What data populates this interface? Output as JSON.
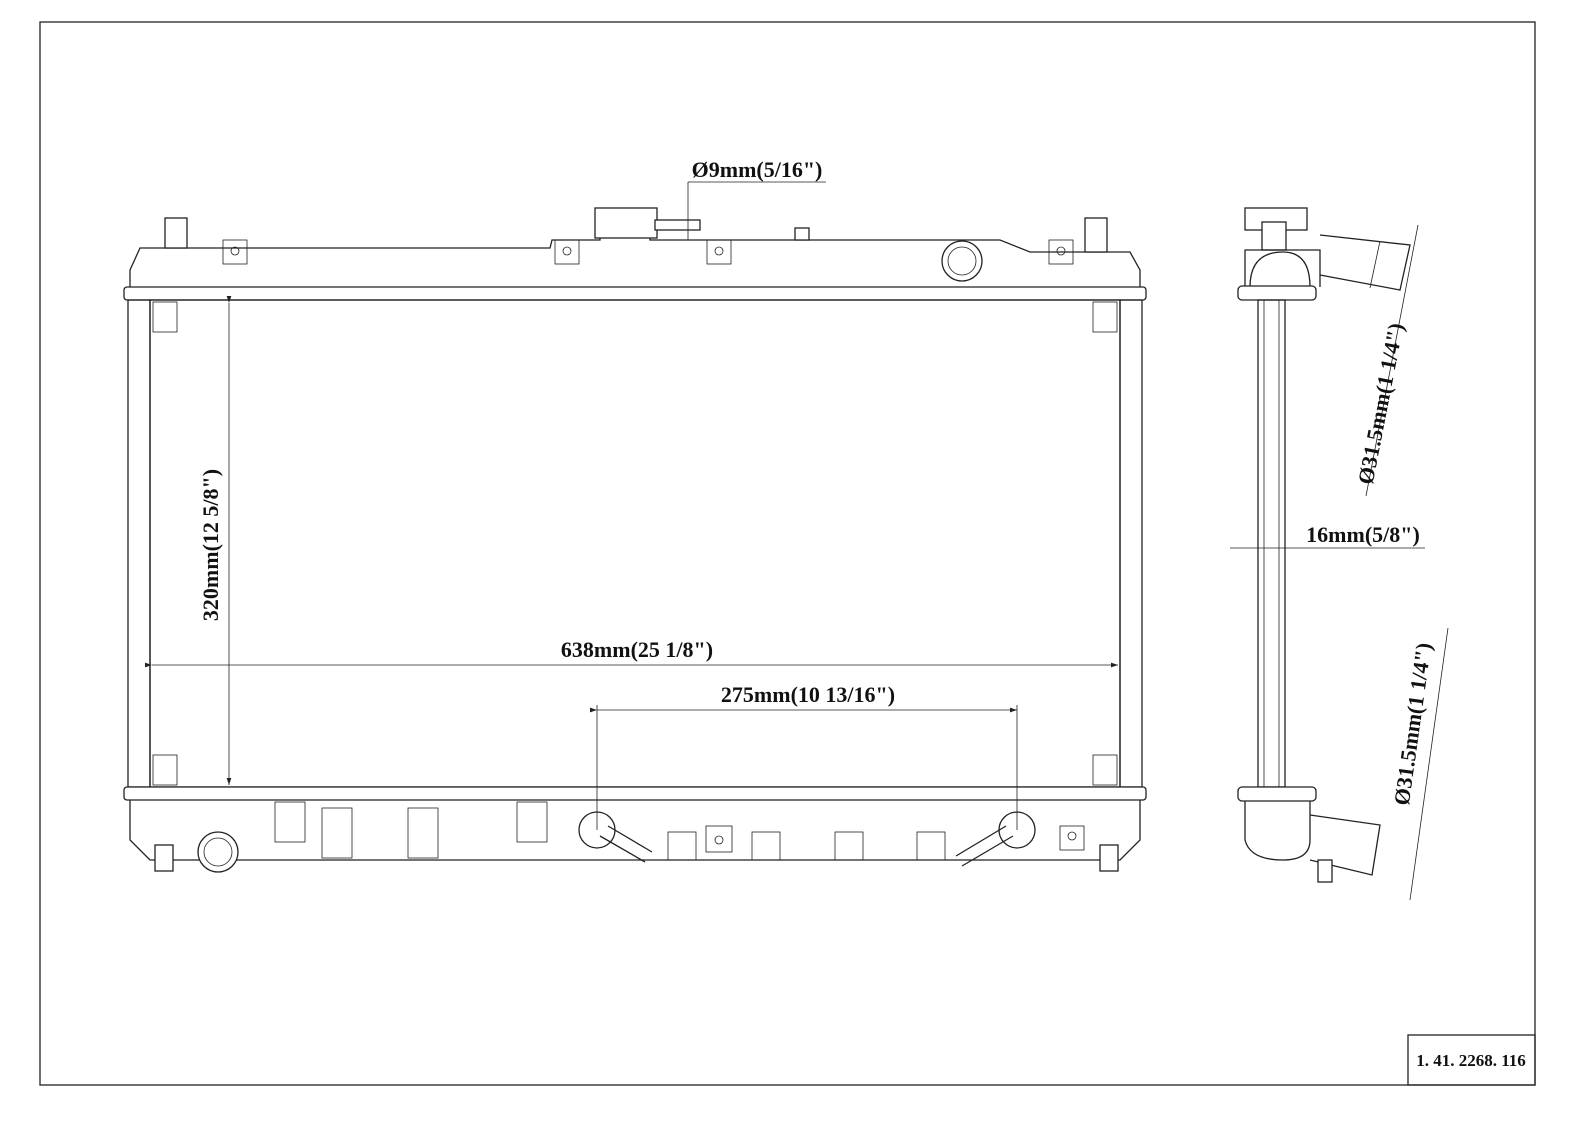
{
  "drawing": {
    "part_number": "1. 41. 2268. 116",
    "dimensions": {
      "core_width": "638mm(25 1/8\")",
      "core_height": "320mm(12 5/8\")",
      "outlet_spacing": "275mm(10 13/16\")",
      "drain_diameter": "Ø9mm(5/16\")",
      "upper_hose_diameter": "Ø31.5mm(1 1/4\")",
      "core_thickness": "16mm(5/8\")",
      "lower_hose_diameter": "Ø31.5mm(1 1/4\")"
    }
  }
}
